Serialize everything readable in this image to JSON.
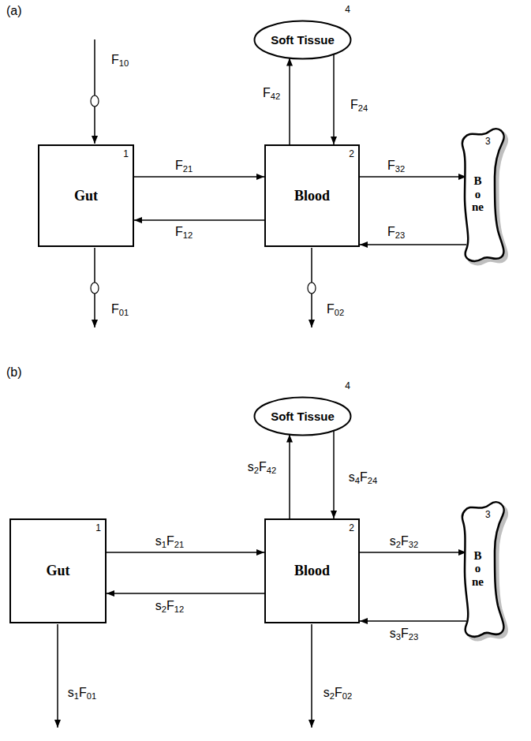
{
  "diagram": {
    "nodes": [
      {
        "text": [
          "4",
          "Soft Tissue"
        ]
      },
      {
        "text": [
          "1",
          "Gut"
        ]
      },
      {
        "text": [
          "2",
          "Blood"
        ]
      },
      {
        "text": [
          "3",
          "Bone"
        ]
      },
      {
        "text": [
          "4",
          "Soft Tissue"
        ]
      },
      {
        "text": [
          "1",
          "Gut"
        ]
      },
      {
        "text": [
          "2",
          "Blood"
        ]
      },
      {
        "text": [
          "3",
          "Bone"
        ]
      }
    ],
    "edges": [
      {
        "from": 1,
        "to": 2,
        "arrow": "to",
        "label": "F21"
      },
      {
        "from": 2,
        "to": 1,
        "arrow": "to",
        "label": "F12"
      },
      {
        "from": 2,
        "to": 0,
        "arrow": "to",
        "label": "F42"
      },
      {
        "from": 0,
        "to": 2,
        "arrow": "to",
        "label": "F24"
      },
      {
        "from": 2,
        "to": 3,
        "arrow": "to",
        "label": "F32"
      },
      {
        "from": 3,
        "to": 2,
        "arrow": "to",
        "label": "F23"
      },
      {
        "from": 5,
        "to": 6,
        "arrow": "to",
        "label": "s1F21"
      },
      {
        "from": 6,
        "to": 5,
        "arrow": "to",
        "label": "s2F12"
      },
      {
        "from": 6,
        "to": 4,
        "arrow": "to",
        "label": "s2F42"
      },
      {
        "from": 4,
        "to": 6,
        "arrow": "to",
        "label": "s4F24"
      },
      {
        "from": 6,
        "to": 7,
        "arrow": "to",
        "label": "s2F32"
      },
      {
        "from": 7,
        "to": 6,
        "arrow": "to",
        "label": "s3F23"
      }
    ],
    "labels": [
      "(a)",
      "F10",
      "F01",
      "F02",
      "(b)",
      "s1F01",
      "s2F02"
    ]
  }
}
